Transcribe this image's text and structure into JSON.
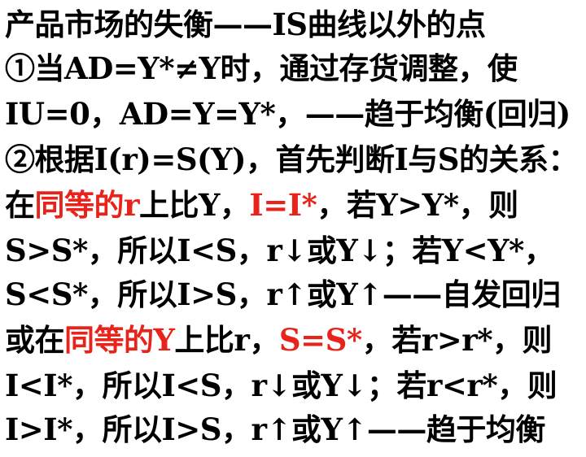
{
  "lines": {
    "l1": {
      "a": "产品市场的失衡——IS曲线以外的点"
    },
    "l2": {
      "a": "①当AD=Y*≠Y时，通过存货调整，使"
    },
    "l3": {
      "a": "IU=0，AD=Y=Y*，——趋于均衡(回归)"
    },
    "l4": {
      "a": "②根据I(r)=S(Y)，首先判断I与S的关系："
    },
    "l5": {
      "a": "在",
      "b": "同等的r",
      "c": "上比Y，",
      "d": "I=I*",
      "e": "，若Y>Y*，则"
    },
    "l6": {
      "a": "S>S*，所以I<S，r↓或Y↓；若Y<Y*，"
    },
    "l7": {
      "a": "S<S*，所以I>S，r↑或Y↑——自发回归"
    },
    "l8": {
      "a": "或在",
      "b": "同等的Y",
      "c": "上比r，",
      "d": "S=S*",
      "e": "，若r>r*，则"
    },
    "l9": {
      "a": "I<I*，所以I<S，r↓或Y↓；若r<r*，则"
    },
    "l10": {
      "a": "I>I*，所以I>S，r↑或Y↑——趋于均衡"
    }
  },
  "colors": {
    "text": "#000000",
    "highlight": "#e8231b",
    "background": "#ffffff"
  }
}
